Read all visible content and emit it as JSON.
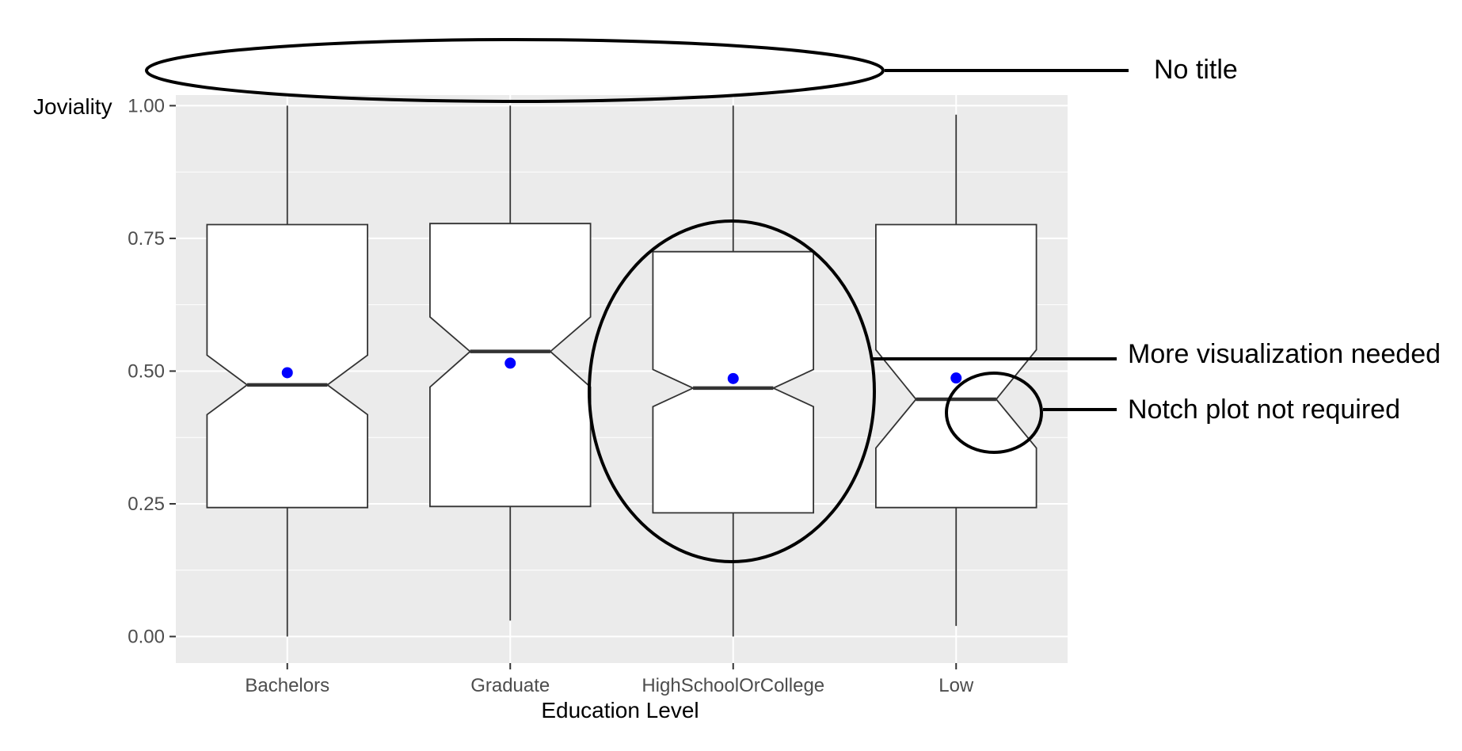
{
  "chart_data": {
    "type": "boxplot",
    "notched": true,
    "xlabel": "Education Level",
    "ylabel": "Joviality",
    "ylim": [
      -0.05,
      1.02
    ],
    "yticks": [
      0,
      0.25,
      0.5,
      0.75,
      1
    ],
    "ytick_labels": [
      "0.00",
      "0.25",
      "0.50",
      "0.75",
      "1.00"
    ],
    "categories": [
      "Bachelors",
      "Graduate",
      "HighSchoolOrCollege",
      "Low"
    ],
    "boxes": [
      {
        "category": "Bachelors",
        "whisker_low": 0.0,
        "q1": 0.243,
        "median": 0.474,
        "q3": 0.776,
        "whisker_high": 1.0,
        "notch_low": 0.418,
        "notch_high": 0.53,
        "mean": 0.497
      },
      {
        "category": "Graduate",
        "whisker_low": 0.03,
        "q1": 0.245,
        "median": 0.537,
        "q3": 0.778,
        "whisker_high": 1.0,
        "notch_low": 0.47,
        "notch_high": 0.602,
        "mean": 0.515
      },
      {
        "category": "HighSchoolOrCollege",
        "whisker_low": 0.0,
        "q1": 0.233,
        "median": 0.468,
        "q3": 0.725,
        "whisker_high": 1.0,
        "notch_low": 0.433,
        "notch_high": 0.503,
        "mean": 0.486
      },
      {
        "category": "Low",
        "whisker_low": 0.02,
        "q1": 0.243,
        "median": 0.447,
        "q3": 0.776,
        "whisker_high": 0.983,
        "notch_low": 0.355,
        "notch_high": 0.54,
        "mean": 0.487
      }
    ],
    "mean_color": "#0000ff",
    "panel_color": "#ebebeb",
    "grid": true
  },
  "annotations": [
    {
      "text": "No title"
    },
    {
      "text": "More visualization needed"
    },
    {
      "text": "Notch plot not required"
    }
  ]
}
